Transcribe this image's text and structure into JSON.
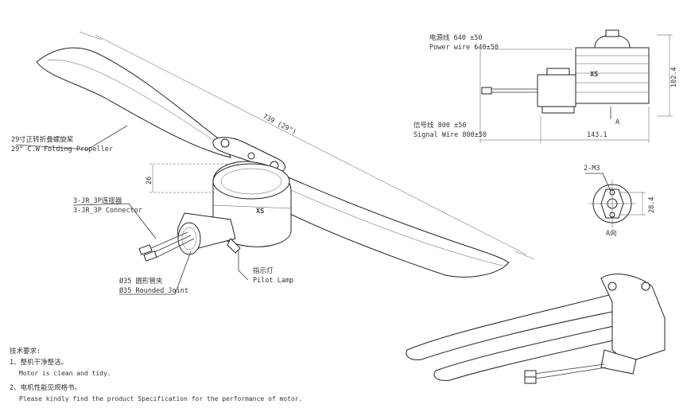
{
  "callouts": {
    "propeller_cn": "29寸正转折叠螺旋桨",
    "propeller_en": "29\" C.W Folding Propeller",
    "connector_cn": "3-JR_3P连接器",
    "connector_en": "3-JR_3P Connector",
    "joint_cn": "Ø35 圆形管夹",
    "joint_en": "Ø35 Rounded Joint",
    "lamp_cn": "指示灯",
    "lamp_en": "Pilot Lamp"
  },
  "dimensions": {
    "span": "739 (29\")",
    "height_26": "26",
    "power_wire_cn": "电源线 640 ±50",
    "power_wire_en": "Power wire 640±50",
    "signal_wire_cn": "信号线 800 ±50",
    "signal_wire_en": "Signal Wire 800±50",
    "length_143": "143.1",
    "height_102": "102.4",
    "view_a_mark": "A",
    "m3_holes": "2-M3",
    "dim_28": "28.4",
    "view_a_cn": "A向"
  },
  "brand": "XS",
  "notes": {
    "title": "技术要求:",
    "item1_cn": "1、整机干净整洁。",
    "item1_en": "Motor is clean and tidy.",
    "item2_cn": "2、电机性能见规格书。",
    "item2_en": "Please kindly find the product Specification for the performance of motor."
  }
}
